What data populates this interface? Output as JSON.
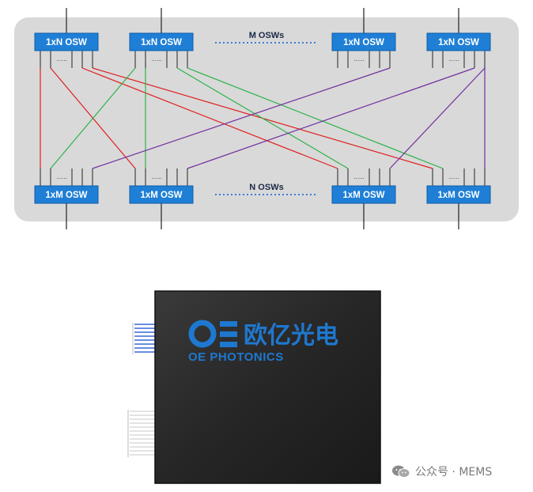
{
  "diagram": {
    "top_group_label": "M OSWs",
    "bottom_group_label": "N OSWs",
    "top_switches": [
      {
        "label": "1xN OSW",
        "dots": "......"
      },
      {
        "label": "1xN OSW",
        "dots": "......"
      },
      {
        "label": "1xN OSW",
        "dots": "......"
      },
      {
        "label": "1xN OSW",
        "dots": "......"
      }
    ],
    "bottom_switches": [
      {
        "label": "1xM OSW",
        "dots": "......"
      },
      {
        "label": "1xM OSW",
        "dots": "......"
      },
      {
        "label": "1xM OSW",
        "dots": "......"
      },
      {
        "label": "1xM OSW",
        "dots": "......"
      }
    ],
    "colors": {
      "panel": "#d9d9d9",
      "switch_fill": "#1f7fd6",
      "switch_border": "#0f5ca8",
      "red_link": "#e02020",
      "green_link": "#2db34a",
      "purple_link": "#7030a0",
      "dotted_separator": "#3a7fd0"
    },
    "links": [
      {
        "color": "red",
        "from_switch": 0,
        "from_port": 0,
        "to_switch": 0,
        "to_port": 0
      },
      {
        "color": "red",
        "from_switch": 0,
        "from_port": 1,
        "to_switch": 1,
        "to_port": 0
      },
      {
        "color": "red",
        "from_switch": 0,
        "from_port": 3,
        "to_switch": 2,
        "to_port": 0
      },
      {
        "color": "red",
        "from_switch": 0,
        "from_port": 4,
        "to_switch": 3,
        "to_port": 0
      },
      {
        "color": "green",
        "from_switch": 1,
        "from_port": 0,
        "to_switch": 0,
        "to_port": 1
      },
      {
        "color": "green",
        "from_switch": 1,
        "from_port": 1,
        "to_switch": 1,
        "to_port": 1
      },
      {
        "color": "green",
        "from_switch": 1,
        "from_port": 3,
        "to_switch": 2,
        "to_port": 1
      },
      {
        "color": "green",
        "from_switch": 1,
        "from_port": 4,
        "to_switch": 3,
        "to_port": 1
      },
      {
        "color": "purple",
        "from_switch": 2,
        "from_port": 4,
        "to_switch": 0,
        "to_port": 4
      },
      {
        "color": "purple",
        "from_switch": 3,
        "from_port": 3,
        "to_switch": 1,
        "to_port": 4
      },
      {
        "color": "purple",
        "from_switch": 3,
        "from_port": 4,
        "to_switch": 2,
        "to_port": 4
      },
      {
        "color": "purple",
        "from_switch": 3,
        "from_port": 4,
        "to_switch": 3,
        "to_port": 4
      }
    ]
  },
  "device": {
    "brand_cn": "欧亿光电",
    "brand_en": "OE PHOTONICS",
    "logo_mark": "OE-logo",
    "body_color": "#2a2a2a",
    "brand_color": "#1e78d0",
    "fiber_color_top": "#3a66d8",
    "fiber_color_bottom": "#dadada"
  },
  "watermark": {
    "text": "公众号 · MEMS",
    "icon": "wechat-icon"
  }
}
